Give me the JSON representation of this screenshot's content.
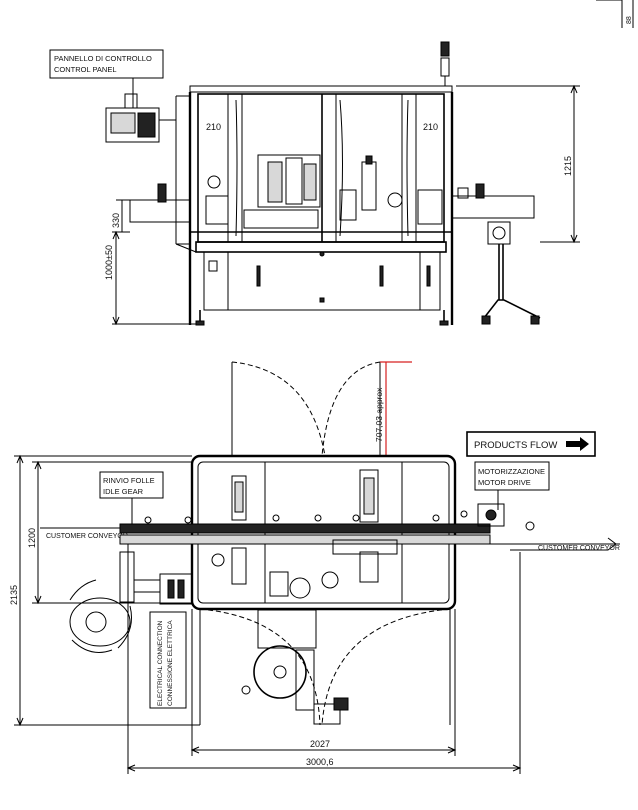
{
  "side_view": {
    "control_panel_label_it": "PANNELLO DI CONTROLLO",
    "control_panel_label_en": "CONTROL PANEL",
    "station_left": "210",
    "station_right": "210",
    "dim_height_total": "1215",
    "dim_conveyor_height": "330",
    "dim_base_height": "1000±50"
  },
  "top_view": {
    "idle_gear_it": "RINVIO FOLLE",
    "idle_gear_en": "IDLE GEAR",
    "motor_drive_it": "MOTORIZZAZIONE",
    "motor_drive_en": "MOTOR DRIVE",
    "products_flow": "PRODUCTS FLOW",
    "customer_conveyor_left": "CUSTOMER CONVEYOR",
    "customer_conveyor_right": "CUSTOMER CONVEYOR",
    "electrical_connection_en": "ELECTRICAL CONNECTION",
    "electrical_connection_it": "CONNESSIONE ELETTRICA",
    "door_clearance": "707,03 approx",
    "dim_width_inner": "1200",
    "dim_width_total": "2135",
    "dim_length_machine": "2027",
    "dim_length_total": "3000,6"
  },
  "corner_mark": "88"
}
